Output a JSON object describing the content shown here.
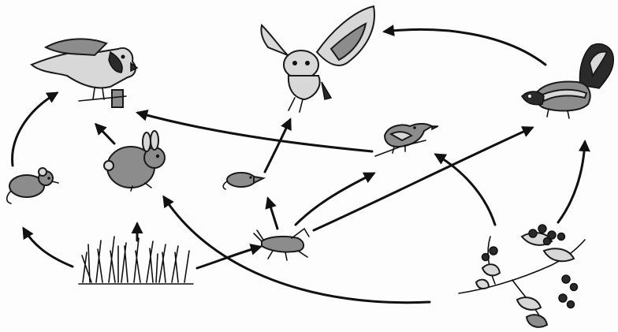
{
  "diagram": {
    "type": "food-web",
    "organisms": [
      {
        "id": "hawk",
        "icon": "hawk-icon"
      },
      {
        "id": "owl",
        "icon": "owl-icon"
      },
      {
        "id": "skunk",
        "icon": "skunk-icon"
      },
      {
        "id": "mouse",
        "icon": "mouse-icon"
      },
      {
        "id": "rabbit",
        "icon": "rabbit-icon"
      },
      {
        "id": "shrew",
        "icon": "shrew-icon"
      },
      {
        "id": "bird",
        "icon": "bird-icon"
      },
      {
        "id": "grasshopper",
        "icon": "grasshopper-icon"
      },
      {
        "id": "grass",
        "icon": "grass-icon"
      },
      {
        "id": "berry-plant",
        "icon": "berry-plant-icon"
      }
    ],
    "arrows": [
      {
        "from": "grass",
        "to": "mouse"
      },
      {
        "from": "grass",
        "to": "rabbit"
      },
      {
        "from": "grass",
        "to": "grasshopper"
      },
      {
        "from": "mouse",
        "to": "hawk"
      },
      {
        "from": "rabbit",
        "to": "hawk"
      },
      {
        "from": "bird",
        "to": "hawk"
      },
      {
        "from": "shrew",
        "to": "owl"
      },
      {
        "from": "skunk",
        "to": "owl"
      },
      {
        "from": "grasshopper",
        "to": "shrew"
      },
      {
        "from": "grasshopper",
        "to": "bird"
      },
      {
        "from": "grasshopper",
        "to": "skunk"
      },
      {
        "from": "berry-plant",
        "to": "rabbit"
      },
      {
        "from": "berry-plant",
        "to": "bird"
      },
      {
        "from": "berry-plant",
        "to": "skunk"
      }
    ]
  }
}
